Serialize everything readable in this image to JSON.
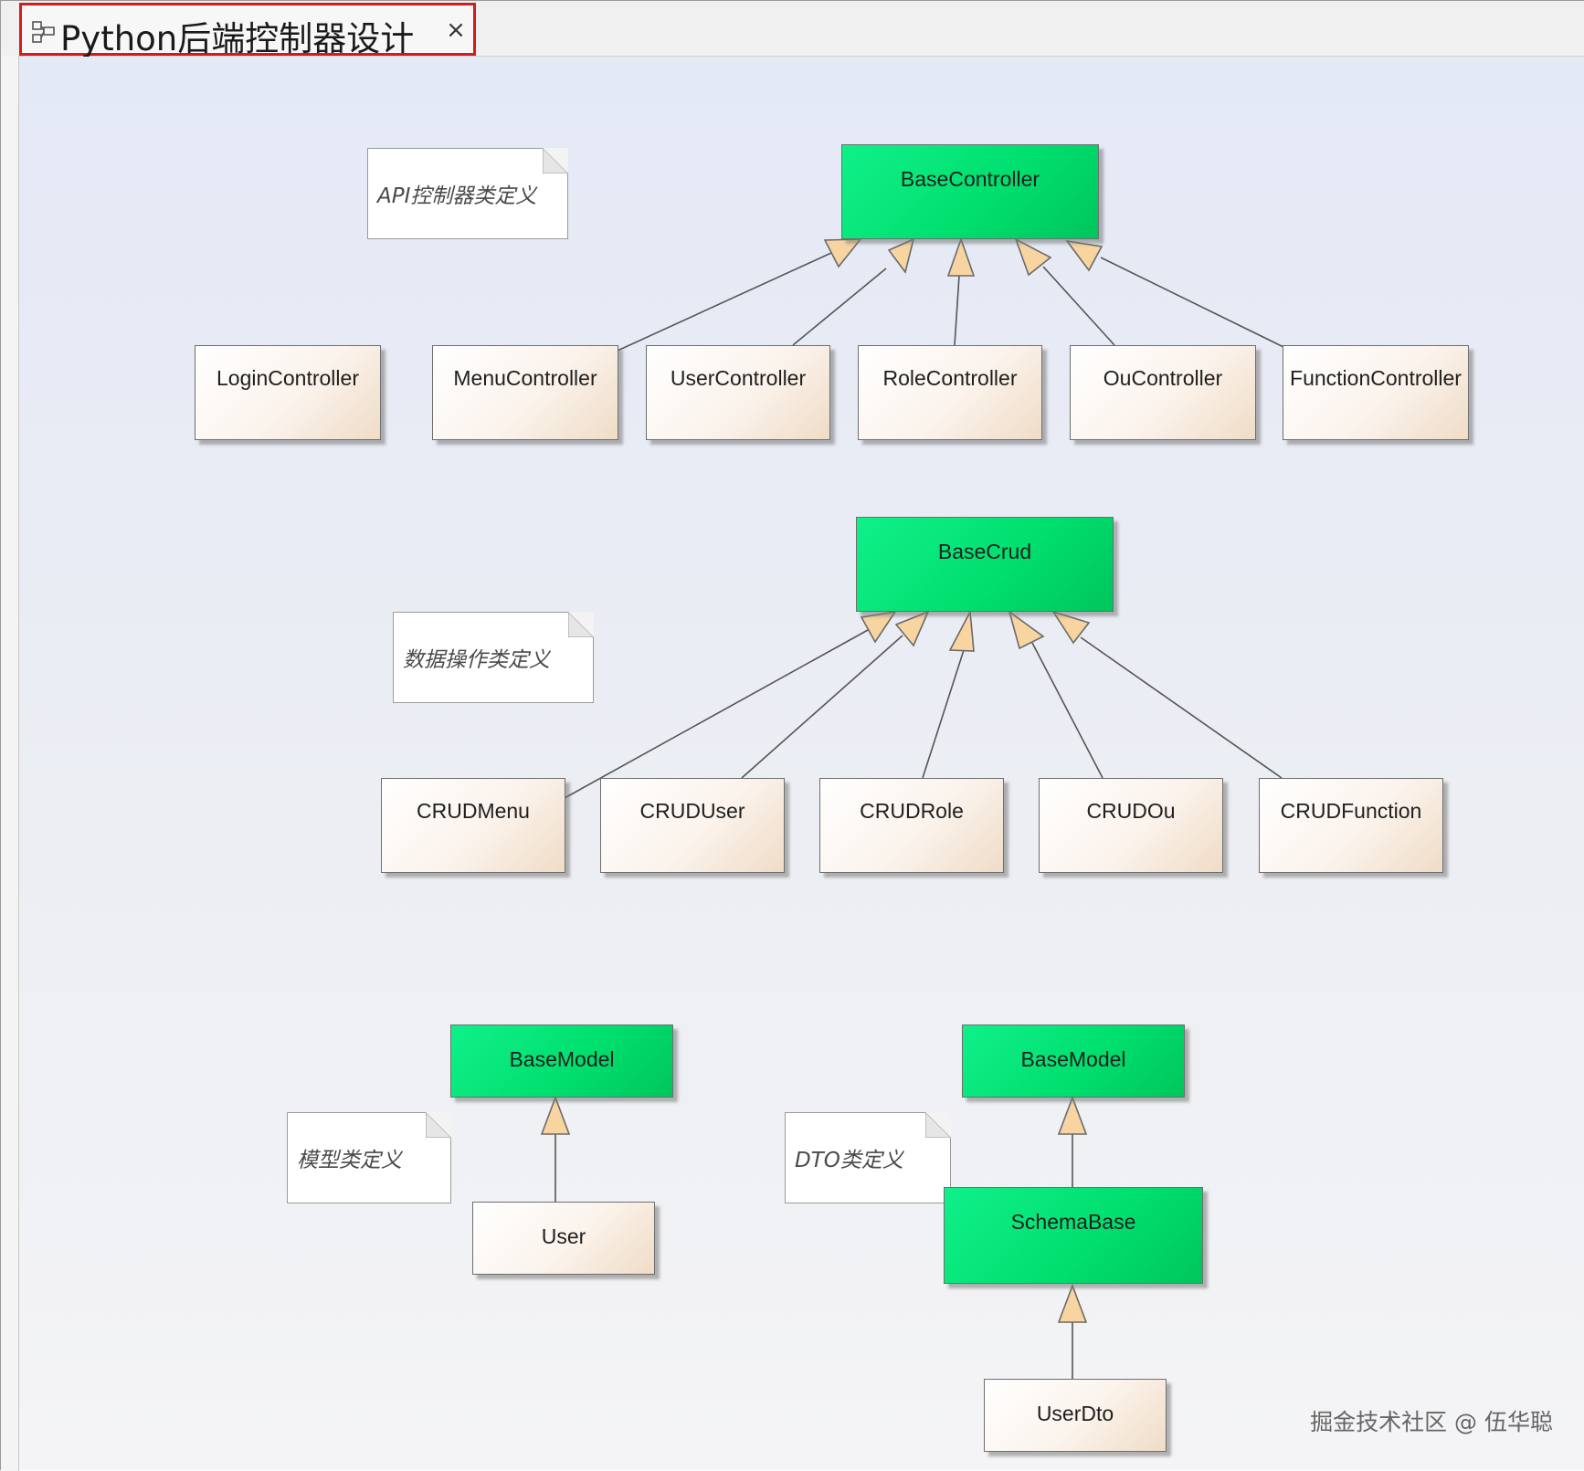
{
  "tab": {
    "title": "Python后端控制器设计",
    "close": "×"
  },
  "notes": {
    "api": "API控制器类定义",
    "crud": "数据操作类定义",
    "model": "模型类定义",
    "dto": "DTO类定义"
  },
  "classes": {
    "base_controller": "BaseController",
    "login_controller": "LoginController",
    "menu_controller": "MenuController",
    "user_controller": "UserController",
    "role_controller": "RoleController",
    "ou_controller": "OuController",
    "function_controller": "FunctionController",
    "base_crud": "BaseCrud",
    "crud_menu": "CRUDMenu",
    "crud_user": "CRUDUser",
    "crud_role": "CRUDRole",
    "crud_ou": "CRUDOu",
    "crud_function": "CRUDFunction",
    "base_model_1": "BaseModel",
    "user": "User",
    "base_model_2": "BaseModel",
    "schema_base": "SchemaBase",
    "user_dto": "UserDto"
  },
  "relations": [
    {
      "from": "menu_controller",
      "to": "base_controller",
      "type": "generalization"
    },
    {
      "from": "user_controller",
      "to": "base_controller",
      "type": "generalization"
    },
    {
      "from": "role_controller",
      "to": "base_controller",
      "type": "generalization"
    },
    {
      "from": "ou_controller",
      "to": "base_controller",
      "type": "generalization"
    },
    {
      "from": "function_controller",
      "to": "base_controller",
      "type": "generalization"
    },
    {
      "from": "crud_menu",
      "to": "base_crud",
      "type": "generalization"
    },
    {
      "from": "crud_user",
      "to": "base_crud",
      "type": "generalization"
    },
    {
      "from": "crud_role",
      "to": "base_crud",
      "type": "generalization"
    },
    {
      "from": "crud_ou",
      "to": "base_crud",
      "type": "generalization"
    },
    {
      "from": "crud_function",
      "to": "base_crud",
      "type": "generalization"
    },
    {
      "from": "user",
      "to": "base_model_1",
      "type": "generalization"
    },
    {
      "from": "schema_base",
      "to": "base_model_2",
      "type": "generalization"
    },
    {
      "from": "user_dto",
      "to": "schema_base",
      "type": "generalization"
    }
  ],
  "colors": {
    "base_class": "#00e06f",
    "sub_class": "#f5e6d6",
    "tab_highlight": "#d21c1c",
    "arrow_fill": "#f7d4a0"
  },
  "watermark": "掘金技术社区 @ 伍华聪"
}
